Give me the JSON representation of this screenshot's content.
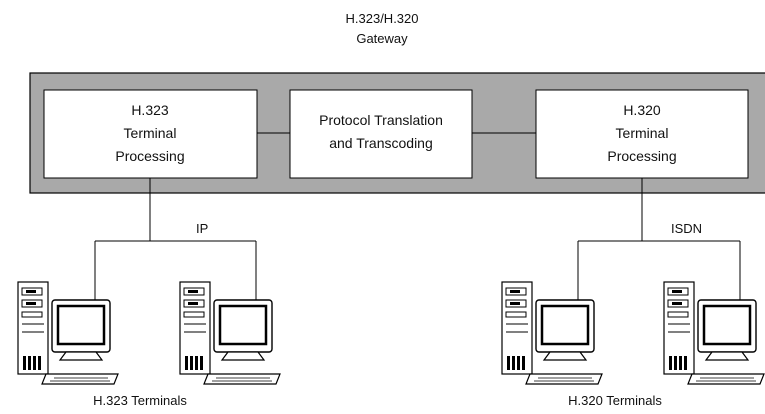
{
  "gateway": {
    "title_line1": "H.323/H.320",
    "title_line2": "Gateway",
    "fill_color": "#a9a9a9"
  },
  "boxes": {
    "left": {
      "line1": "H.323",
      "line2": "Terminal",
      "line3": "Processing"
    },
    "center": {
      "line1": "Protocol Translation",
      "line2": "and Transcoding"
    },
    "right": {
      "line1": "H.320",
      "line2": "Terminal",
      "line3": "Processing"
    }
  },
  "networks": {
    "left_label": "IP",
    "right_label": "ISDN"
  },
  "terminals": {
    "left_caption": "H.323 Terminals",
    "right_caption": "H.320 Terminals",
    "icon": "desktop-computer-icon"
  }
}
